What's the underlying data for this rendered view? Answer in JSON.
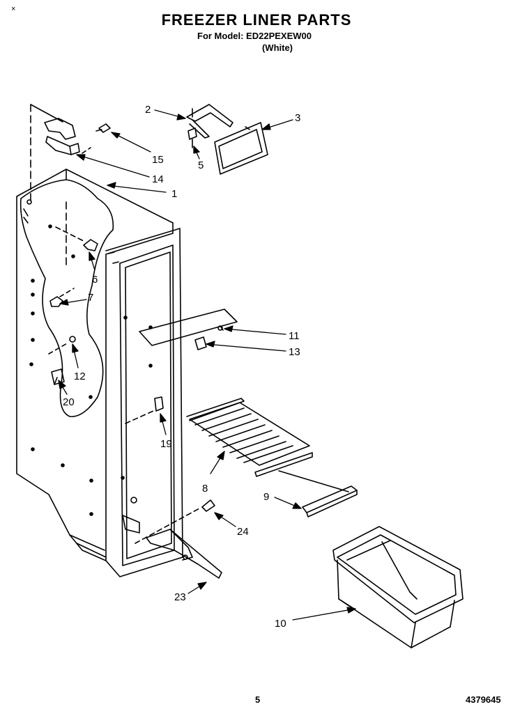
{
  "header": {
    "title": "FREEZER LINER PARTS",
    "model_line": "For Model: ED22PEXEW00",
    "color_line": "(White)"
  },
  "footer": {
    "page_number": "5",
    "part_number": "4379645",
    "corner_mark": "×"
  },
  "callouts": [
    {
      "id": "1",
      "label": "1"
    },
    {
      "id": "2",
      "label": "2"
    },
    {
      "id": "3",
      "label": "3"
    },
    {
      "id": "5",
      "label": "5"
    },
    {
      "id": "6",
      "label": "6"
    },
    {
      "id": "7",
      "label": "7"
    },
    {
      "id": "8",
      "label": "8"
    },
    {
      "id": "9",
      "label": "9"
    },
    {
      "id": "10",
      "label": "10"
    },
    {
      "id": "11",
      "label": "11"
    },
    {
      "id": "12",
      "label": "12"
    },
    {
      "id": "13",
      "label": "13"
    },
    {
      "id": "14",
      "label": "14"
    },
    {
      "id": "15",
      "label": "15"
    },
    {
      "id": "19",
      "label": "19"
    },
    {
      "id": "20",
      "label": "20"
    },
    {
      "id": "23",
      "label": "23"
    },
    {
      "id": "24",
      "label": "24"
    }
  ]
}
